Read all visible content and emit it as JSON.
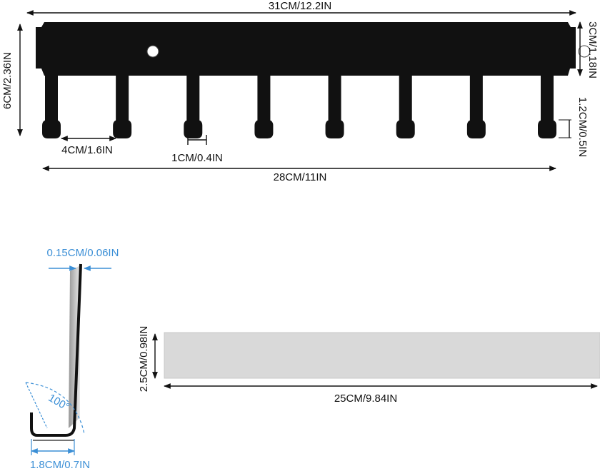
{
  "rack": {
    "total_width": "31CM/12.2IN",
    "total_height": "6CM/2.36IN",
    "bar_height": "3CM/1.18IN",
    "hook_height": "1.2CM/0.5IN",
    "hook_gap": "4CM/1.6IN",
    "hook_width": "1CM/0.4IN",
    "hook_span": "28CM/11IN",
    "hook_count": 8
  },
  "profile": {
    "thickness": "0.15CM/0.06IN",
    "angle": "100°",
    "depth": "1.8CM/0.7IN"
  },
  "tape": {
    "width": "2.5CM/0.98IN",
    "length": "25CM/9.84IN"
  },
  "colors": {
    "metal": "#111111",
    "dimension_line": "#111111",
    "profile_annotation": "#3b8fd6",
    "tape_fill": "#d9d9d9"
  }
}
